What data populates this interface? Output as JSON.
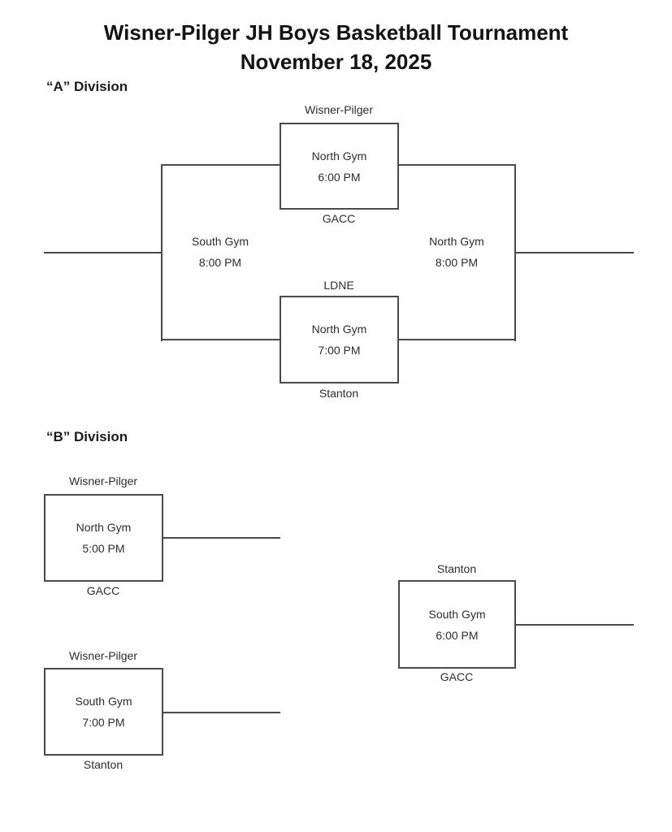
{
  "page": {
    "title": "Wisner-Pilger JH Boys Basketball Tournament",
    "date": "November 18, 2025"
  },
  "divisions": {
    "a": {
      "heading": "“A” Division",
      "game1": {
        "top_team": "Wisner-Pilger",
        "venue": "North Gym",
        "time": "6:00 PM",
        "bottom_team": "GACC"
      },
      "semifinal_left": {
        "venue": "South Gym",
        "time": "8:00 PM"
      },
      "semifinal_right": {
        "venue": "North Gym",
        "time": "8:00 PM"
      },
      "game2": {
        "top_team": "LDNE",
        "venue": "North Gym",
        "time": "7:00 PM",
        "bottom_team": "Stanton"
      }
    },
    "b": {
      "heading": "“B” Division",
      "game1": {
        "top_team": "Wisner-Pilger",
        "venue": "North Gym",
        "time": "5:00 PM",
        "bottom_team": "GACC"
      },
      "game2": {
        "top_team": "Wisner-Pilger",
        "venue": "South Gym",
        "time": "7:00 PM",
        "bottom_team": "Stanton"
      },
      "game3": {
        "top_team": "Stanton",
        "venue": "South Gym",
        "time": "6:00 PM",
        "bottom_team": "GACC"
      }
    }
  }
}
